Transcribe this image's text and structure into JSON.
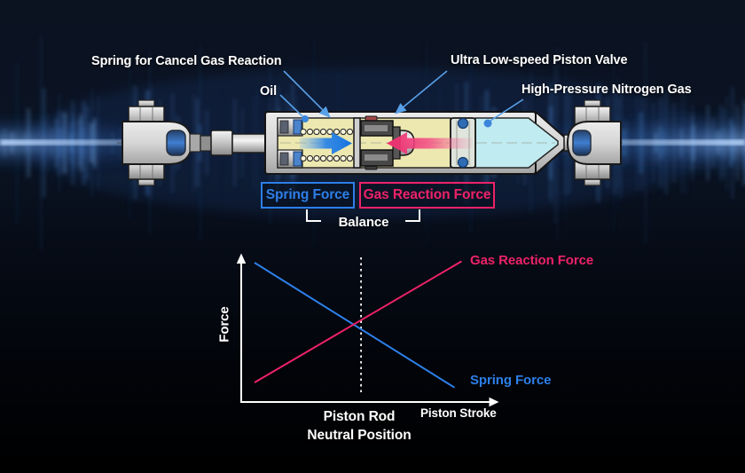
{
  "diagram": {
    "callouts": {
      "spring_cancel": "Spring for Cancel Gas Reaction",
      "oil": "Oil",
      "piston_valve": "Ultra Low-speed Piston Valve",
      "nitrogen_gas": "High-Pressure Nitrogen Gas"
    },
    "force_boxes": {
      "spring": "Spring Force",
      "gas": "Gas Reaction Force"
    },
    "balance_label": "Balance"
  },
  "chart": {
    "ylabel": "Force",
    "xlabel": "Piston Stroke",
    "series_label_gas": "Gas Reaction Force",
    "series_label_spring": "Spring Force",
    "annotation_line1": "Piston Rod",
    "annotation_line2": "Neutral Position"
  },
  "chart_data": {
    "type": "line",
    "title": "",
    "xlabel": "Piston Stroke",
    "ylabel": "Force",
    "x_range": [
      0,
      10
    ],
    "y_range": [
      0,
      10
    ],
    "ticks": "none (qualitative axes with arrowheads, no numeric scale)",
    "series": [
      {
        "name": "Spring Force",
        "color": "#2d7fe8",
        "x": [
          0.5,
          8.85
        ],
        "values": [
          9.5,
          0.8
        ]
      },
      {
        "name": "Gas Reaction Force",
        "color": "#ee2268",
        "x": [
          0.5,
          9.15
        ],
        "values": [
          1.15,
          9.6
        ]
      }
    ],
    "annotations": [
      {
        "type": "vline",
        "x": 4.95,
        "style": "dotted-white",
        "label": "Piston Rod Neutral Position"
      },
      {
        "type": "note",
        "text": "The two forces cross (balance) at the piston rod neutral position"
      }
    ],
    "legend_position": "labels-at-line-ends",
    "grid": false
  },
  "colors": {
    "spring_blue": "#2d7fe8",
    "gas_pink": "#ee2268",
    "leader_blue": "#58a0e8",
    "oil_fill": "#ece8b0",
    "nitrogen_fill": "#c0ebf1",
    "label_white": "#ffffff",
    "background": "#060b15"
  }
}
